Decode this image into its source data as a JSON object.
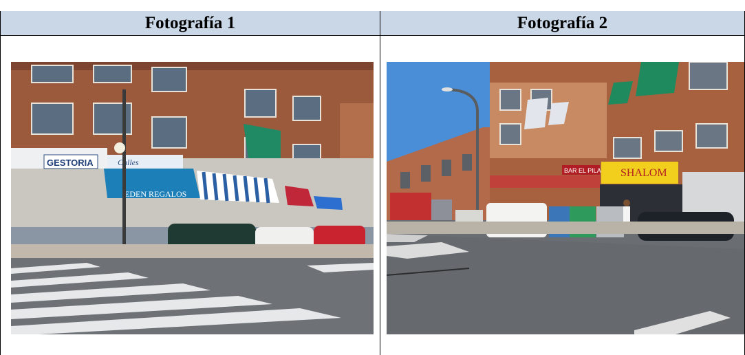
{
  "columns": [
    {
      "header": "Fotografía 1"
    },
    {
      "header": "Fotografía 2"
    }
  ],
  "photo1_signs": {
    "gestoria": "GESTORIA",
    "awning": "EDEN REGALOS",
    "script": "Calles"
  },
  "photo2_signs": {
    "shop": "SHALOM",
    "bar": "BAR EL PILAR"
  },
  "colors": {
    "header_bg": "#cad7e7",
    "border": "#000000"
  }
}
